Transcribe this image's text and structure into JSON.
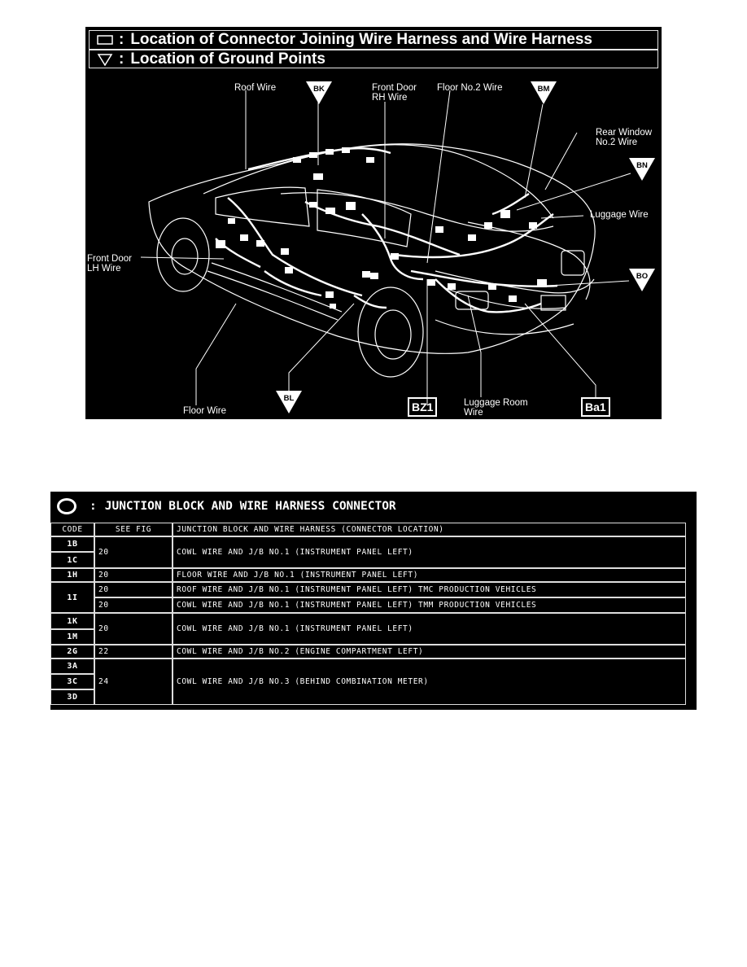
{
  "legend": {
    "connector_text": "Location of Connector Joining Wire Harness and Wire Harness",
    "ground_text": "Location of Ground Points",
    "colon": ":"
  },
  "diagram": {
    "labels": {
      "roof_wire": "Roof Wire",
      "front_door_rh_1": "Front Door",
      "front_door_rh_2": "RH Wire",
      "floor_no2_wire": "Floor No.2 Wire",
      "rear_window_1": "Rear Window",
      "rear_window_2": "No.2 Wire",
      "luggage_wire": "Luggage Wire",
      "front_door_lh_1": "Front Door",
      "front_door_lh_2": "LH Wire",
      "floor_wire": "Floor Wire",
      "luggage_room_1": "Luggage Room",
      "luggage_room_2": "Wire"
    },
    "ground_points": {
      "bk": "BK",
      "bm": "BM",
      "bn": "BN",
      "bo": "BO",
      "bl": "BL"
    },
    "connectors": {
      "bz1": "BZ1",
      "ba1": "Ba1"
    }
  },
  "junction": {
    "title": "JUNCTION BLOCK AND WIRE HARNESS CONNECTOR",
    "colon": ":",
    "headers": {
      "code": "CODE",
      "see_fig": "SEE FIG",
      "desc": "JUNCTION BLOCK AND WIRE HARNESS (CONNECTOR LOCATION)"
    },
    "codes": [
      "1B",
      "1C",
      "1H",
      "1I",
      "1K",
      "1M",
      "2G",
      "3A",
      "3C",
      "3D"
    ],
    "rows": [
      {
        "fig": "20",
        "desc": "COWL WIRE AND J/B NO.1 (INSTRUMENT PANEL LEFT)"
      },
      {
        "fig": "20",
        "desc": "FLOOR WIRE AND J/B NO.1 (INSTRUMENT PANEL LEFT)"
      },
      {
        "fig": "20",
        "desc": "ROOF WIRE AND J/B NO.1 (INSTRUMENT PANEL LEFT) TMC PRODUCTION VEHICLES"
      },
      {
        "fig": "20",
        "desc": "COWL WIRE AND J/B NO.1 (INSTRUMENT PANEL LEFT) TMM PRODUCTION VEHICLES"
      },
      {
        "fig": "20",
        "desc": "COWL WIRE AND J/B NO.1 (INSTRUMENT PANEL LEFT)"
      },
      {
        "fig": "22",
        "desc": "COWL WIRE AND J/B NO.2 (ENGINE COMPARTMENT LEFT)"
      },
      {
        "fig": "24",
        "desc": "COWL WIRE AND J/B NO.3 (BEHIND COMBINATION METER)"
      }
    ]
  },
  "colors": {
    "panel": "#000000",
    "ink": "#ffffff",
    "page": "#ffffff"
  }
}
